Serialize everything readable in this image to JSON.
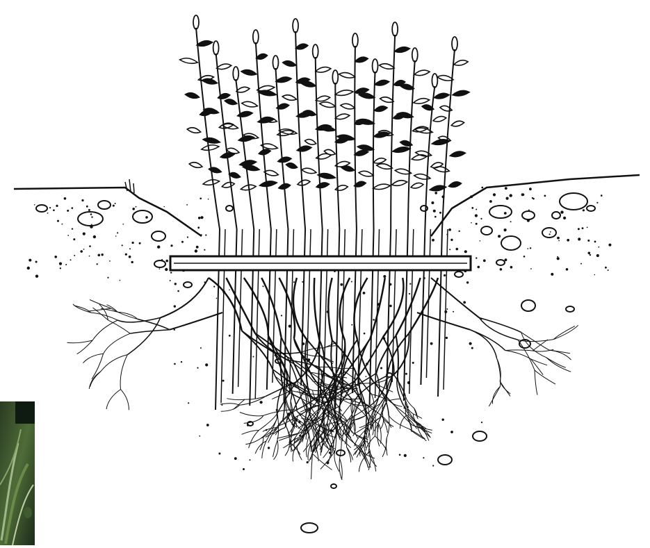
{
  "illustration": {
    "subject": "live-stake-fascine-bundle",
    "stroke_color": "#111111",
    "background_color": "#ffffff",
    "stem_count": 14,
    "soil_stone_count": 40
  },
  "photo_fragment": {
    "colors": [
      "#1c2a1a",
      "#3e5a2e",
      "#6b8a4a",
      "#a3b88a"
    ]
  }
}
